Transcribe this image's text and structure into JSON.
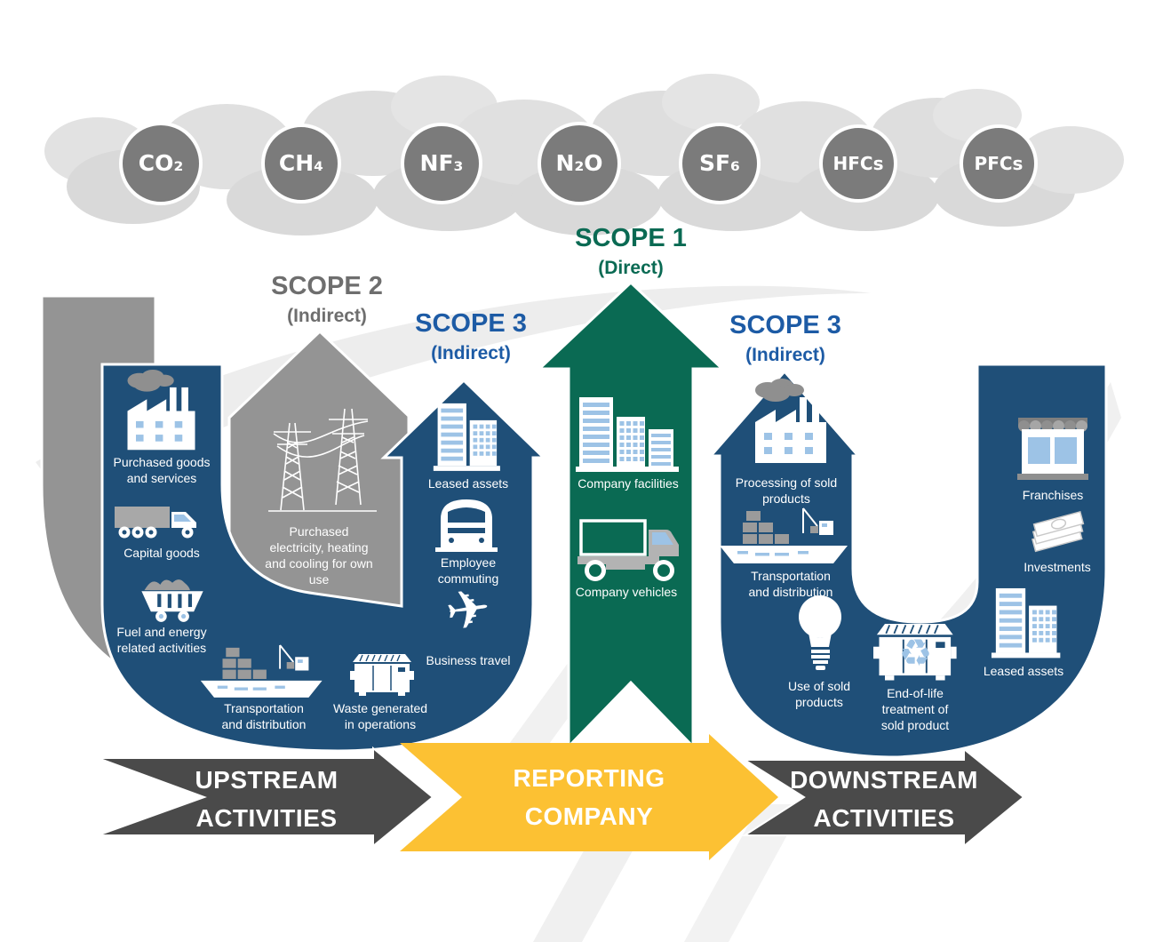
{
  "gases": [
    "CO₂",
    "CH₄",
    "NF₃",
    "N₂O",
    "SF₆",
    "HFCs",
    "PFCs"
  ],
  "scopes": {
    "scope2": {
      "title": "SCOPE 2",
      "subtitle": "(Indirect)"
    },
    "scope1": {
      "title": "SCOPE 1",
      "subtitle": "(Direct)"
    },
    "scope3_upstream": {
      "title": "SCOPE 3",
      "subtitle": "(Indirect)"
    },
    "scope3_downstream": {
      "title": "SCOPE 3",
      "subtitle": "(Indirect)"
    }
  },
  "upstream_items": {
    "purchased_goods": "Purchased goods\nand services",
    "capital_goods": "Capital goods",
    "fuel_energy": "Fuel and energy\nrelated activities",
    "transportation": "Transportation\nand distribution",
    "purchased_electricity": "Purchased\nelectricity, heating\nand cooling for own\nuse",
    "leased_assets": "Leased assets",
    "employee_commuting": "Employee\ncommuting",
    "business_travel": "Business travel",
    "waste": "Waste generated\nin operations"
  },
  "company_items": {
    "facilities": "Company facilities",
    "vehicles": "Company vehicles"
  },
  "downstream_items": {
    "processing": "Processing of sold\nproducts",
    "transportation": "Transportation\nand distribution",
    "use_of_sold": "Use of sold\nproducts",
    "end_of_life": "End-of-life\ntreatment of\nsold product",
    "franchises": "Franchises",
    "investments": "Investments",
    "leased_assets": "Leased assets"
  },
  "flow": {
    "upstream": "UPSTREAM\nACTIVITIES",
    "reporting": "REPORTING\nCOMPANY",
    "downstream": "DOWNSTREAM\nACTIVITIES"
  },
  "icons": {
    "plane_glyph": "✈",
    "recycle_glyph": "♻"
  },
  "colors": {
    "scope1_green": "#0a6a53",
    "scope2_gray": "#949494",
    "scope3_blue": "#1f4f78",
    "scope3_label_blue": "#1d5ba5",
    "scope2_label_gray": "#6e6e6e",
    "flow_dark": "#4a4a4a",
    "reporting_yellow": "#fcc133",
    "gas_circle_gray": "#7b7b7b",
    "cloud_gray": "#d9d9d9",
    "window_blue": "#9dc3e6"
  }
}
